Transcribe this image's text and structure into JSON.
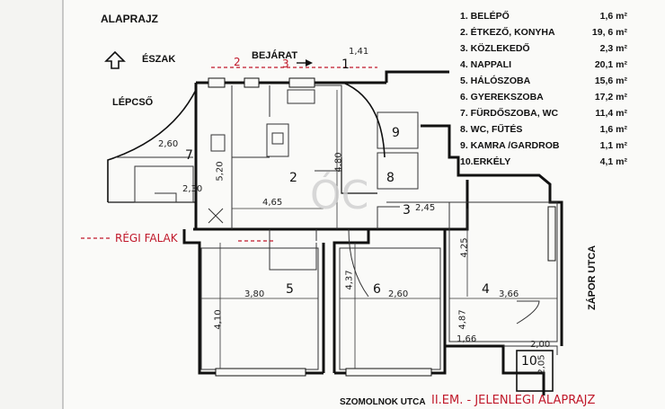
{
  "header": {
    "title": "ALAPRAJZ",
    "north_label": "ÉSZAK",
    "stairs_label": "LÉPCSŐ",
    "entrance_label": "BEJÁRAT"
  },
  "legend": [
    {
      "label": "1.  BELÉPŐ",
      "area": "1,6 m²"
    },
    {
      "label": "2.  ÉTKEZŐ, KONYHA",
      "area": "19, 6 m²"
    },
    {
      "label": "3.  KÖZLEKEDŐ",
      "area": "2,3 m²"
    },
    {
      "label": "4.  NAPPALI",
      "area": "20,1 m²"
    },
    {
      "label": "5.  HÁLÓSZOBA",
      "area": "15,6 m²"
    },
    {
      "label": "6.  GYEREKSZOBA",
      "area": "17,2 m²"
    },
    {
      "label": "7.  FÜRDŐSZOBA, WC",
      "area": "11,4 m²"
    },
    {
      "label": "8.  WC, FŰTÉS",
      "area": "1,6 m²"
    },
    {
      "label": "9.  KAMRA /GARDROB",
      "area": "1,1 m²"
    },
    {
      "label": "10.ERKÉLY",
      "area": "4,1 m²"
    }
  ],
  "annotations": {
    "old_walls": "RÉGI FALAK",
    "street_bottom": "SZOMOLNOK UTCA",
    "street_right": "ZÁPOR UTCA",
    "floor_note": "II.EM. - JELENLEGI ALAPRAJZ",
    "watermark": "ÓC"
  },
  "rooms": [
    {
      "number": "1"
    },
    {
      "number": "2"
    },
    {
      "number": "3"
    },
    {
      "number": "4"
    },
    {
      "number": "5"
    },
    {
      "number": "6"
    },
    {
      "number": "7"
    },
    {
      "number": "8"
    },
    {
      "number": "9"
    },
    {
      "number": "10"
    }
  ],
  "dimensions": {
    "d1": "2,60",
    "d2": "5,20",
    "d3": "2,30",
    "d4": "4,65",
    "d5": "4,80",
    "d6": "3,80",
    "d7": "4,10",
    "d8": "4,37",
    "d9": "2,60",
    "d10": "3,66",
    "d11": "4,25",
    "d12": "1,66",
    "d13": "4,87",
    "d14": "2,00",
    "d15": "2,05",
    "d16": "1,41",
    "d17": "2,45"
  },
  "markers": {
    "m2": "2",
    "m3": "3"
  }
}
